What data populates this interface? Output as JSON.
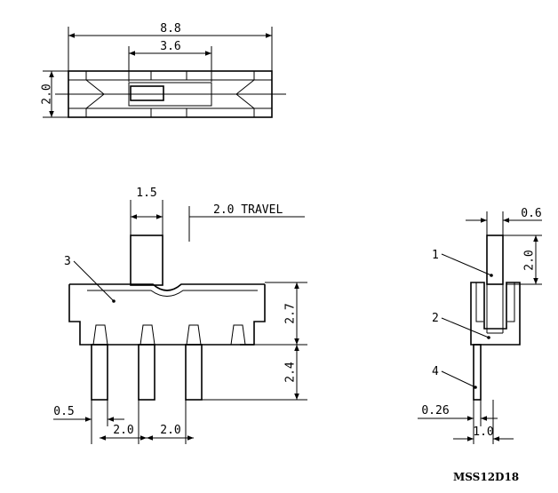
{
  "top_view": {
    "dim_overall": "8.8",
    "dim_slot": "3.6",
    "dim_height": "2.0"
  },
  "side_view": {
    "dim_knob_width": "1.5",
    "travel_note": "2.0 TRAVEL",
    "dim_body_height": "2.7",
    "dim_pin_length": "2.4",
    "dim_pin_width": "0.5",
    "dim_pitch_1": "2.0",
    "dim_pitch_2": "2.0",
    "callout_3": "3"
  },
  "end_view": {
    "dim_knob_thick": "0.6",
    "dim_knob_height": "2.0",
    "dim_pin_thick": "0.26",
    "dim_pin_offset": "1.0",
    "callout_1": "1",
    "callout_2": "2",
    "callout_4": "4"
  },
  "part_number": "MSS12D18"
}
